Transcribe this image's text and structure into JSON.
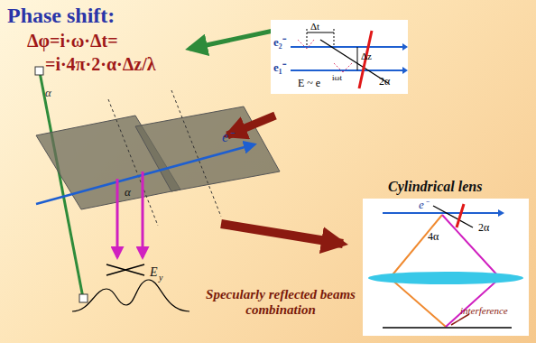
{
  "diagram": {
    "title": "Phase shift:",
    "nodes": [
      {
        "text": [
          "Δt",
          "Δz",
          "e₂⁻",
          "e₁⁻",
          "E ~ e",
          "iωt",
          "2α"
        ]
      },
      {
        "text": [
          "Cylindrical lens",
          "e⁻",
          "2α",
          "4α",
          "interference"
        ]
      }
    ],
    "labels": [
      "Δφ=i·ω·Δt=",
      "=i·4π·2·α·Δz/λ",
      "α",
      "e⁻",
      "α",
      "E",
      "y",
      "Specularly reflected beams combination"
    ]
  }
}
